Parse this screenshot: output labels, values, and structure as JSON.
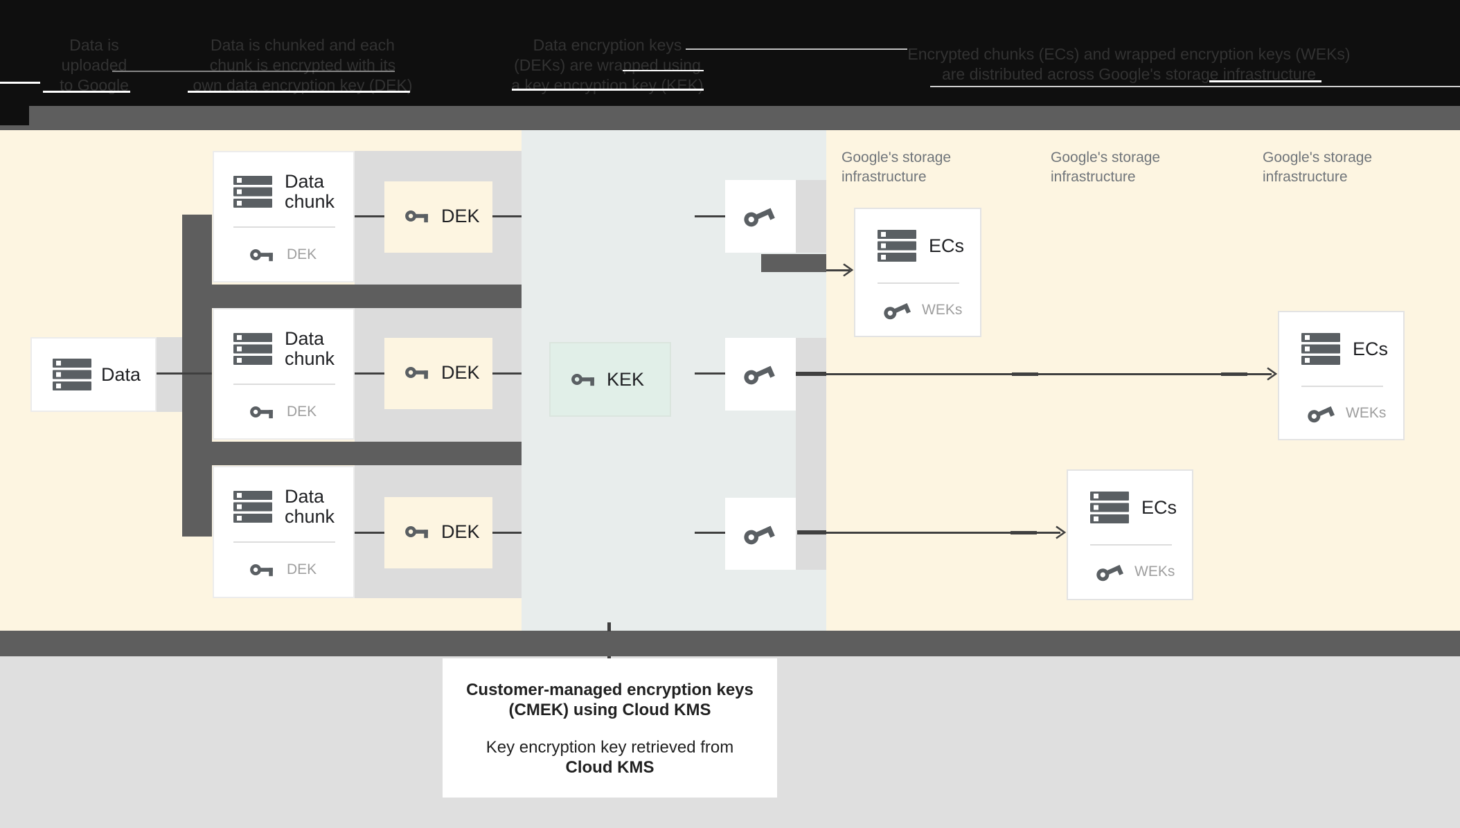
{
  "header": {
    "captions": [
      {
        "lines": [
          "Data is",
          "uploaded",
          "to Google"
        ]
      },
      {
        "lines": [
          "Data is chunked and each",
          "chunk is encrypted with its",
          "own data encryption key (DEK)"
        ]
      },
      {
        "lines": [
          "Data encryption keys",
          "(DEKs) are wrapped using",
          "a key encryption key (KEK)"
        ]
      },
      {
        "lines": [
          "Encrypted chunks (ECs) and wrapped encryption keys (WEKs)",
          "are distributed across Google's storage infrastructure"
        ]
      }
    ]
  },
  "flow": {
    "data_label": "Data",
    "chunks": [
      {
        "title_line1": "Data",
        "title_line2": "chunk",
        "key_label": "DEK"
      },
      {
        "title_line1": "Data",
        "title_line2": "chunk",
        "key_label": "DEK"
      },
      {
        "title_line1": "Data",
        "title_line2": "chunk",
        "key_label": "DEK"
      }
    ],
    "deks": [
      {
        "label": "DEK"
      },
      {
        "label": "DEK"
      },
      {
        "label": "DEK"
      }
    ],
    "kek": {
      "label": "KEK"
    },
    "ecs": [
      {
        "label": "ECs",
        "key_label": "WEKs"
      },
      {
        "label": "ECs",
        "key_label": "WEKs"
      },
      {
        "label": "ECs",
        "key_label": "WEKs"
      }
    ],
    "storage_labels": [
      {
        "line1": "Google's storage",
        "line2": "infrastructure"
      },
      {
        "line1": "Google's storage",
        "line2": "infrastructure"
      },
      {
        "line1": "Google's storage",
        "line2": "infrastructure"
      }
    ]
  },
  "footer": {
    "line1": "Customer-managed encryption keys",
    "line2": "(CMEK) using Cloud KMS",
    "line3": "Key encryption key retrieved from",
    "line4": "Cloud KMS"
  },
  "colors": {
    "cream_background": "#fdf5e1",
    "kms_panel": "#e8edec",
    "connector_band": "#dcdcdc",
    "dark_gray": "#5e5e5e",
    "line": "#3f3f3f",
    "kek_mint": "#e1efe8",
    "muted_label": "#9e9e9e",
    "storage_label": "#70757a"
  }
}
